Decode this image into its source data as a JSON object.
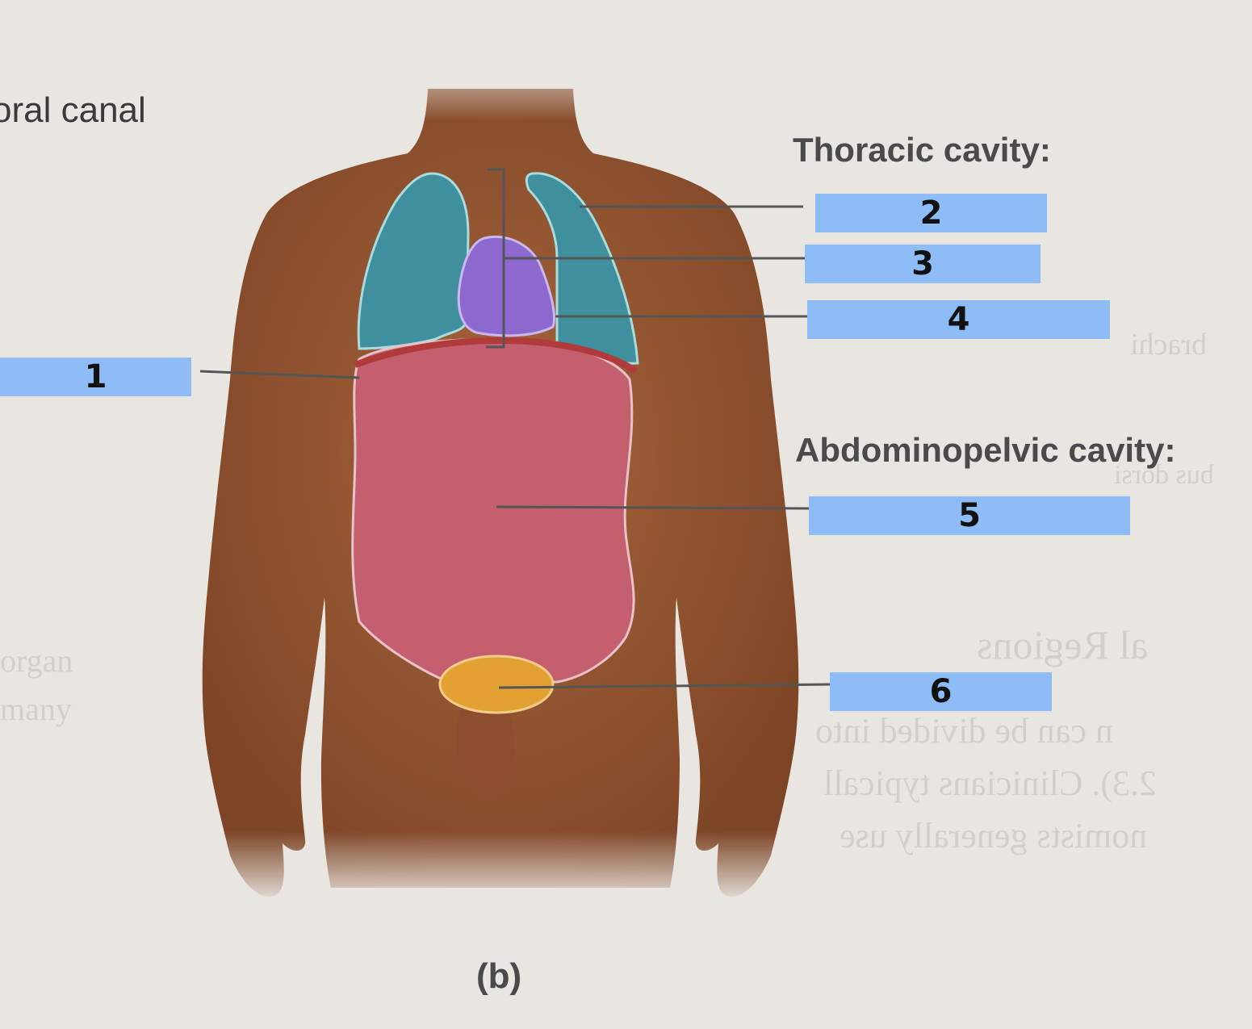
{
  "figure": {
    "partial_label": "oral canal",
    "thoracic_heading": "Thoracic cavity:",
    "abdominopelvic_heading": "Abdominopelvic cavity:",
    "caption": "(b)"
  },
  "label_boxes": [
    {
      "number": "1"
    },
    {
      "number": "2"
    },
    {
      "number": "3"
    },
    {
      "number": "4"
    },
    {
      "number": "5"
    },
    {
      "number": "6"
    }
  ],
  "bleed_through_text": [
    "al Regions",
    "organ",
    "many",
    "brachi",
    "bus dorsi",
    "n can be divided into",
    "2.3). Clinicians typicall",
    "nomists generally use"
  ],
  "colors": {
    "page": "#e9e6e1",
    "skin": "#9a5a34",
    "lungs": "#3f8f9f",
    "heart": "#8d68cf",
    "abdominal": "#c45f70",
    "pelvic": "#e3a133",
    "label_box": "#8dbcf7"
  }
}
